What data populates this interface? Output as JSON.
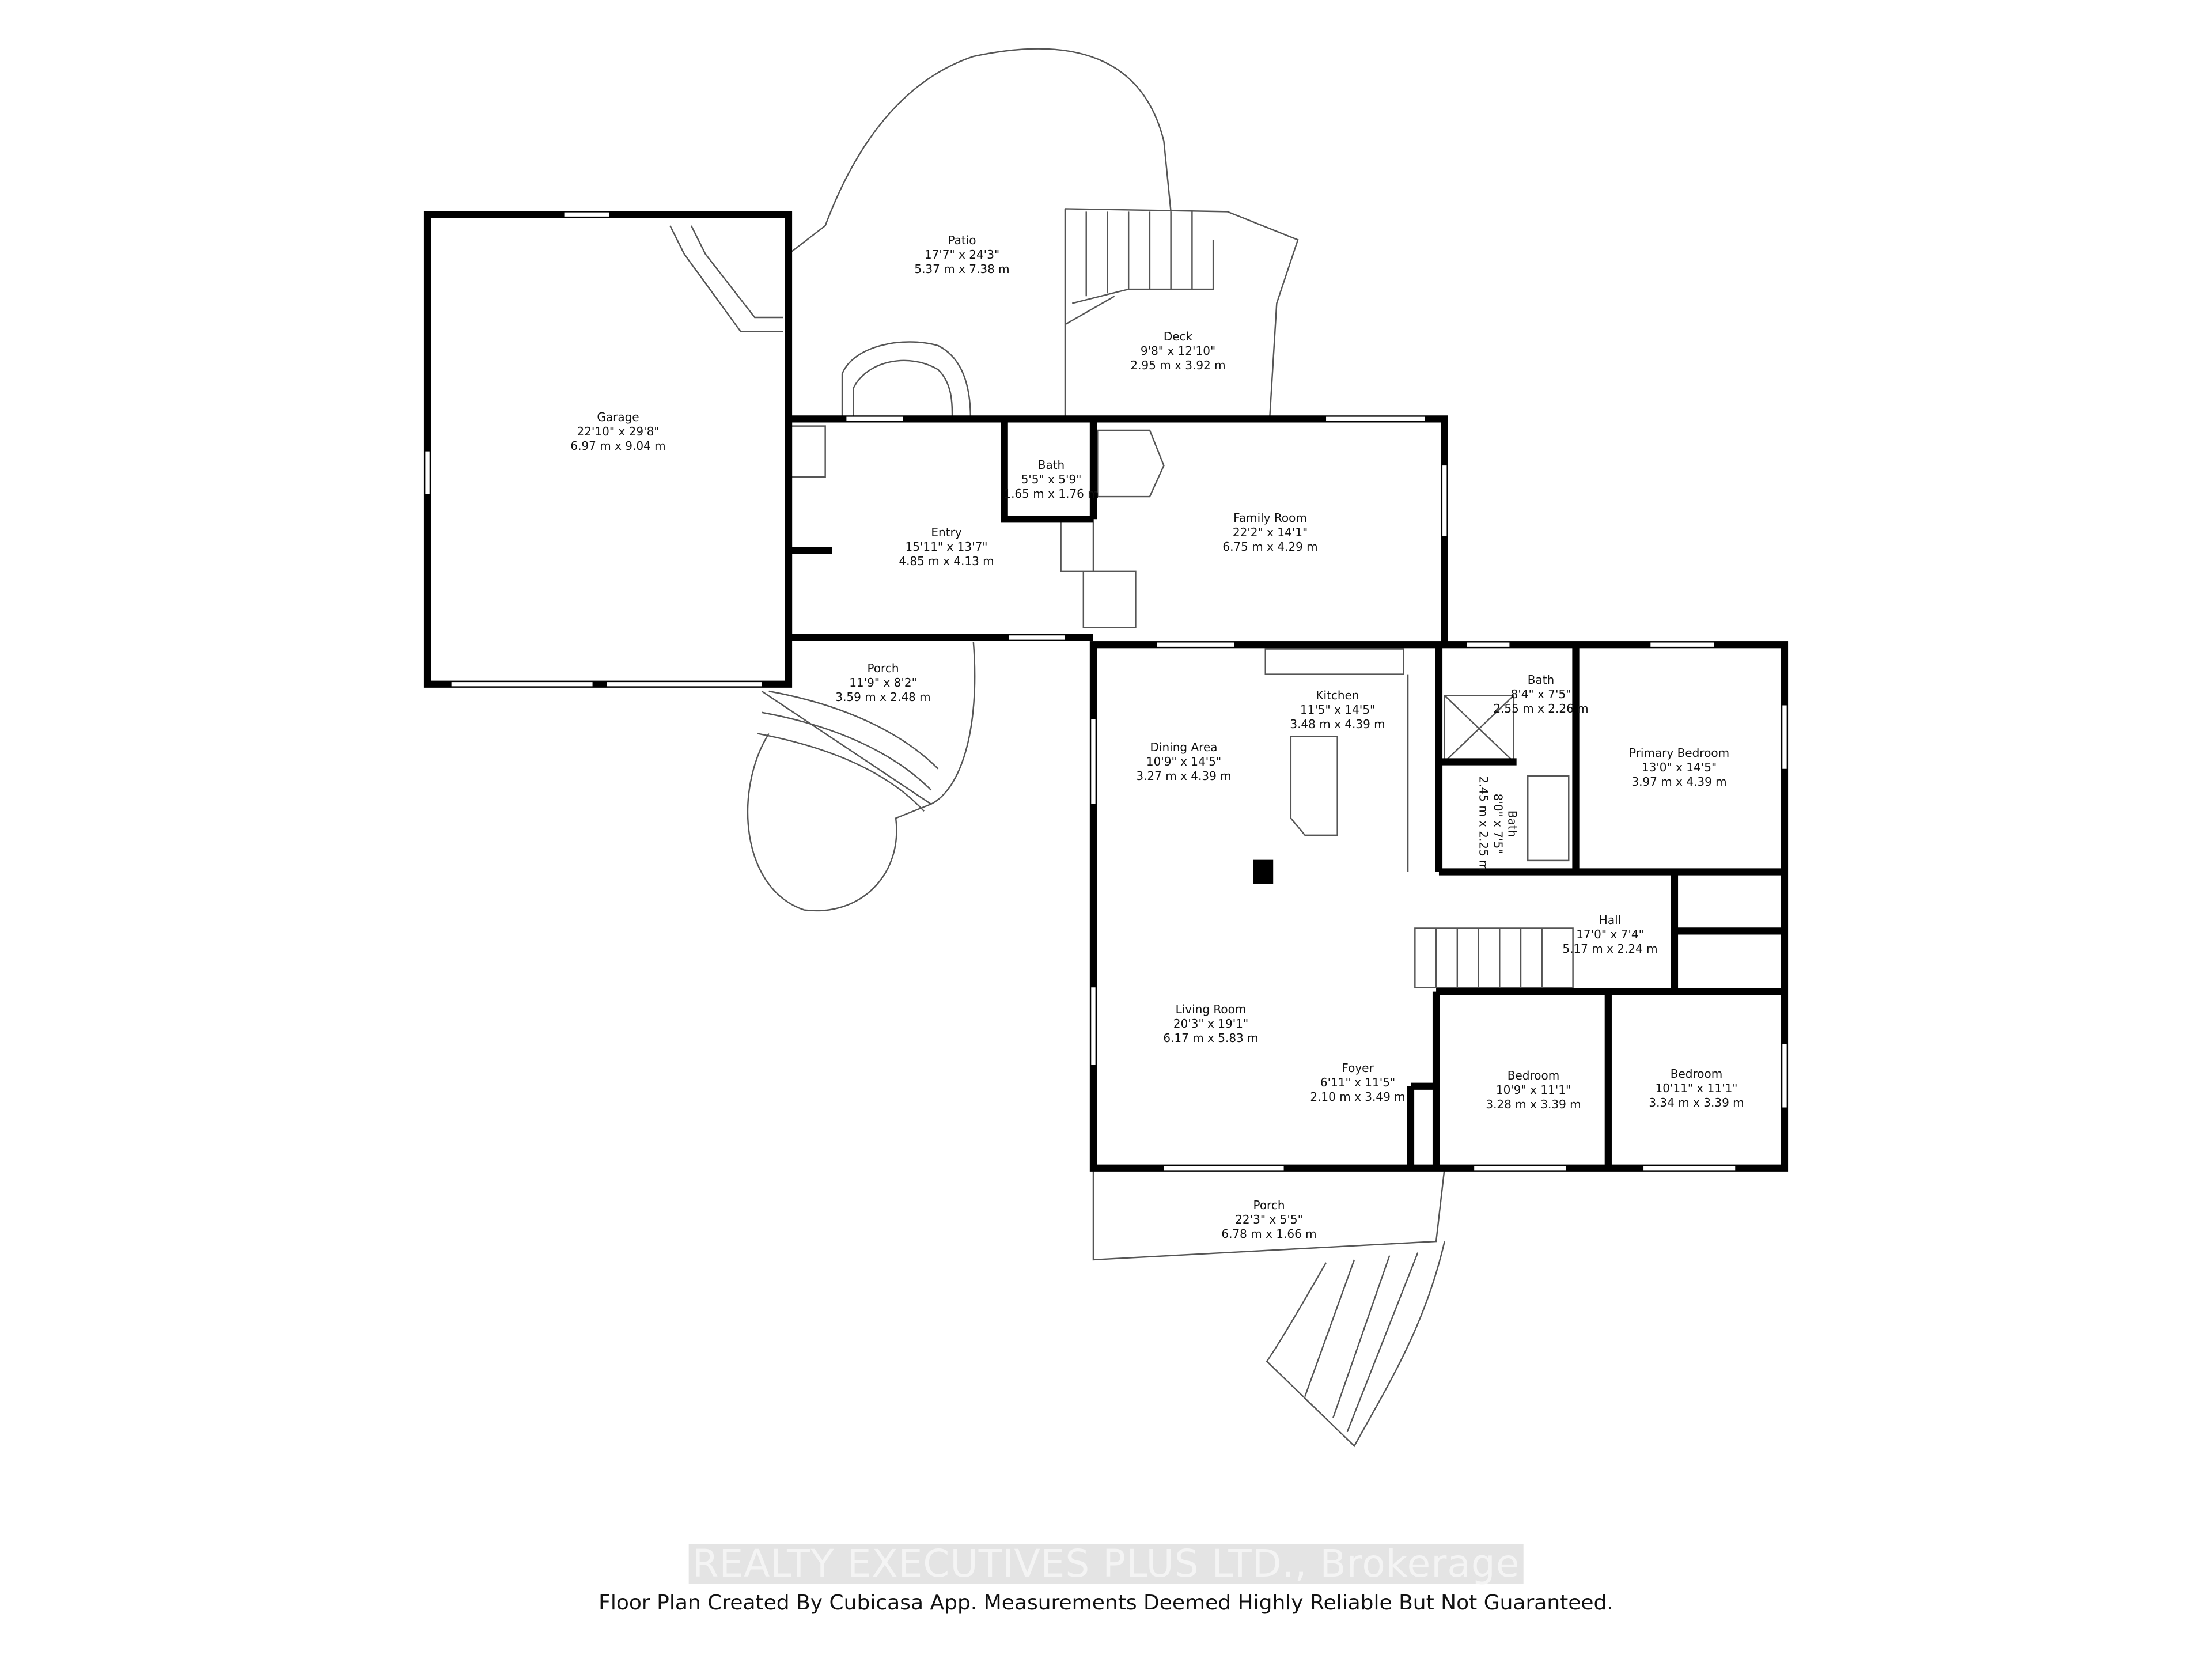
{
  "rooms": [
    {
      "name": "Patio",
      "imperial": "17'7\" x 24'3\"",
      "metric": "5.37 m x 7.38 m"
    },
    {
      "name": "Deck",
      "imperial": "9'8\" x 12'10\"",
      "metric": "2.95 m x 3.92 m"
    },
    {
      "name": "Garage",
      "imperial": "22'10\" x 29'8\"",
      "metric": "6.97 m x 9.04 m"
    },
    {
      "name": "Bath",
      "imperial": "5'5\" x 5'9\"",
      "metric": "1.65 m x 1.76 m"
    },
    {
      "name": "Entry",
      "imperial": "15'11\" x 13'7\"",
      "metric": "4.85 m x 4.13 m"
    },
    {
      "name": "Family Room",
      "imperial": "22'2\" x 14'1\"",
      "metric": "6.75 m x 4.29 m"
    },
    {
      "name": "Porch",
      "imperial": "11'9\" x 8'2\"",
      "metric": "3.59 m x 2.48 m"
    },
    {
      "name": "Kitchen",
      "imperial": "11'5\" x 14'5\"",
      "metric": "3.48 m x 4.39 m"
    },
    {
      "name": "Bath",
      "imperial": "8'4\" x 7'5\"",
      "metric": "2.55 m x 2.26 m"
    },
    {
      "name": "Dining Area",
      "imperial": "10'9\" x 14'5\"",
      "metric": "3.27 m x 4.39 m"
    },
    {
      "name": "Bath",
      "imperial": "8'0\" x 7'5\"",
      "metric": "2.45 m x 2.25 m"
    },
    {
      "name": "Primary Bedroom",
      "imperial": "13'0\" x 14'5\"",
      "metric": "3.97 m x 4.39 m"
    },
    {
      "name": "Hall",
      "imperial": "17'0\" x 7'4\"",
      "metric": "5.17 m x 2.24 m"
    },
    {
      "name": "Living Room",
      "imperial": "20'3\" x 19'1\"",
      "metric": "6.17 m x 5.83 m"
    },
    {
      "name": "Foyer",
      "imperial": "6'11\" x 11'5\"",
      "metric": "2.10 m x 3.49 m"
    },
    {
      "name": "Bedroom",
      "imperial": "10'9\" x 11'1\"",
      "metric": "3.28 m x 3.39 m"
    },
    {
      "name": "Bedroom",
      "imperial": "10'11\" x 11'1\"",
      "metric": "3.34 m x 3.39 m"
    },
    {
      "name": "Porch",
      "imperial": "22'3\" x 5'5\"",
      "metric": "6.78 m x 1.66 m"
    }
  ],
  "watermark": "REALTY EXECUTIVES PLUS LTD., Brokerage",
  "disclaimer": "Floor Plan Created By Cubicasa App. Measurements Deemed Highly Reliable But Not Guaranteed.",
  "colors": {
    "wall": "#000000",
    "line": "#444444",
    "background": "#ffffff"
  }
}
